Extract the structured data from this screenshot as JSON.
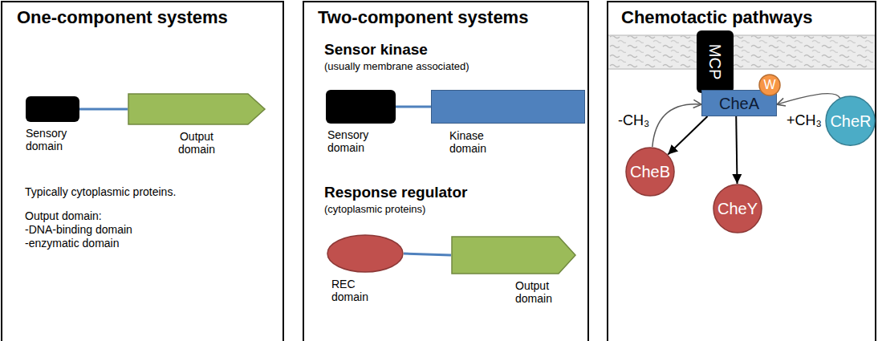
{
  "diagram": {
    "nodes": [
      {
        "text": [
          "One-component systems",
          "Typically cytoplasmic proteins.",
          "Output domain:",
          "-DNA-binding domain",
          "-enzymatic domain"
        ]
      },
      {
        "text": [
          "Sensory domain"
        ],
        "in": 0
      },
      {
        "text": [
          "Output domain"
        ],
        "in": 0
      },
      {
        "text": [
          "Two-component systems",
          "Sensor kinase",
          "(usually membrane associated)",
          "Response regulator",
          "(cytoplasmic proteins)"
        ]
      },
      {
        "text": [
          "Sensory domain"
        ],
        "in": 3
      },
      {
        "text": [
          "Kinase domain"
        ],
        "in": 3
      },
      {
        "text": [
          "REC domain"
        ],
        "in": 3
      },
      {
        "text": [
          "Output domain"
        ],
        "in": 3
      },
      {
        "text": [
          "Chemotactic pathways"
        ]
      },
      {
        "text": [
          "MCP"
        ],
        "in": 8
      },
      {
        "text": [
          "CheA"
        ],
        "in": 8
      },
      {
        "text": [
          "W"
        ],
        "in": 8
      },
      {
        "text": [
          "CheB"
        ],
        "in": 8
      },
      {
        "text": [
          "CheY"
        ],
        "in": 8
      },
      {
        "text": [
          "CheR"
        ],
        "in": 8
      }
    ],
    "edges": [
      {
        "from": 1,
        "to": 2,
        "arrow": "none"
      },
      {
        "from": 4,
        "to": 5,
        "arrow": "none"
      },
      {
        "from": 6,
        "to": 7,
        "arrow": "none"
      },
      {
        "from": 10,
        "to": 12,
        "arrow": "to"
      },
      {
        "from": 10,
        "to": 13,
        "arrow": "to"
      },
      {
        "from": 12,
        "to": 10,
        "arrow": "to",
        "label": "-CH₃"
      },
      {
        "from": 14,
        "to": 10,
        "arrow": "to",
        "label": "+CH₃"
      }
    ]
  }
}
